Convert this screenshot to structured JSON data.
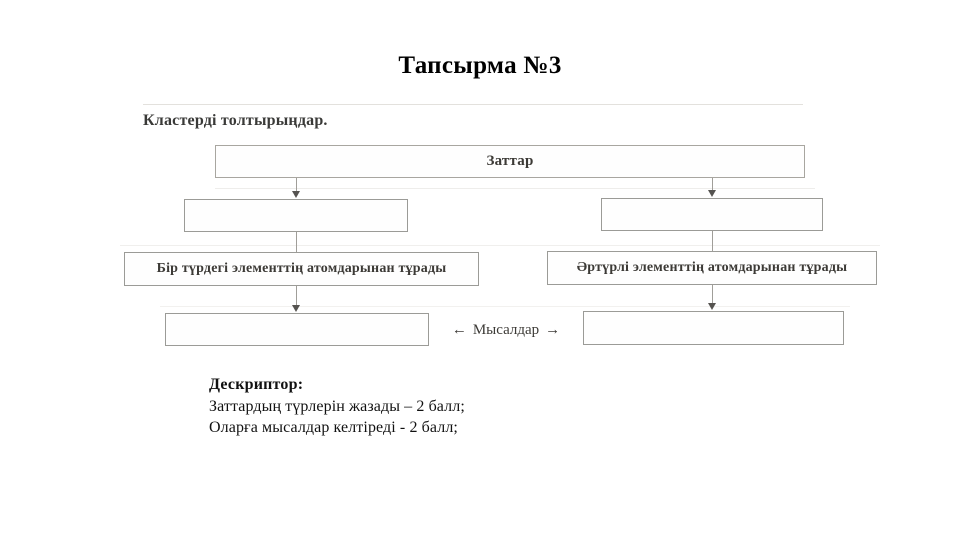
{
  "page": {
    "title": "Тапсырма №3"
  },
  "worksheet": {
    "instruction": "Кластерді толтырыңдар.",
    "cluster": {
      "root": {
        "label": "Заттар"
      },
      "branches": [
        {
          "blank_label": "",
          "description": "Бір түрдегі элементтің атомдарынан тұрады",
          "example_label": ""
        },
        {
          "blank_label": "",
          "description": "Әртүрлі элементтің атомдарынан тұрады",
          "example_label": ""
        }
      ],
      "examples_connector": {
        "left_arrow": "←",
        "text": "Мысалдар",
        "right_arrow": "→"
      }
    }
  },
  "descriptor": {
    "title": "Дескриптор:",
    "lines": [
      "Заттардың түрлерін жазады – 2 балл;",
      "Оларға мысалдар келтіреді - 2 балл;"
    ]
  }
}
